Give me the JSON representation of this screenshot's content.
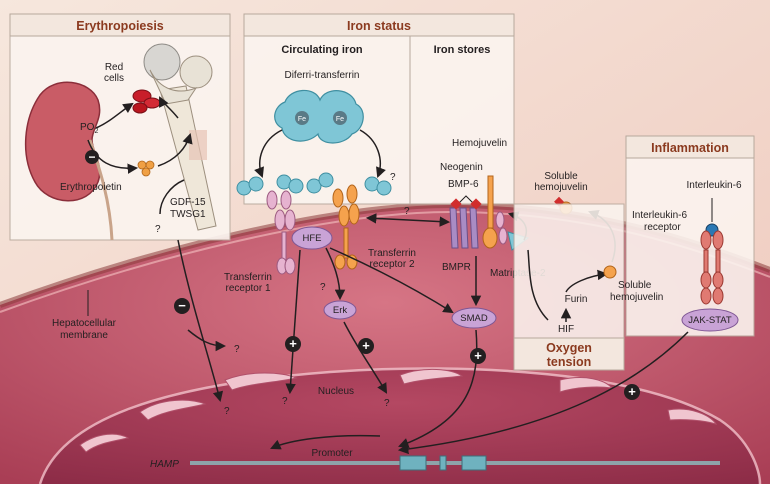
{
  "panels": {
    "erythropoiesis": {
      "title": "Erythropoiesis",
      "red_cells": [
        "Red",
        "cells"
      ],
      "po2": "PO",
      "po2_sub": "2",
      "erythropoietin": "Erythropoietin",
      "gdf15": "GDF-15",
      "twsg1": "TWSG1"
    },
    "iron_status": {
      "title": "Iron status",
      "circulating": "Circulating iron",
      "stores": "Iron stores",
      "diferri": "Diferri-transferrin",
      "fe": "Fe"
    },
    "inflammation": {
      "title": "Inflammation",
      "il6": "Interleukin-6",
      "il6r": [
        "Interleukin-6",
        "receptor"
      ],
      "jak": "JAK-STAT"
    },
    "oxygen": {
      "title": [
        "Oxygen",
        "tension"
      ],
      "hif": "HIF",
      "furin": "Furin"
    }
  },
  "labels": {
    "hemojuvelin": "Hemojuvelin",
    "neogenin": "Neogenin",
    "bmp6": "BMP-6",
    "soluble_hjv_top": [
      "Soluble",
      "hemojuvelin"
    ],
    "soluble_hjv_bottom": [
      "Soluble",
      "hemojuvelin"
    ],
    "tfr1": [
      "Transferrin",
      "receptor 1"
    ],
    "tfr2": [
      "Transferrin",
      "receptor 2"
    ],
    "bmpr": "BMPR",
    "matriptase": "Matriptase-2",
    "membrane": [
      "Hepatocellular",
      "membrane"
    ],
    "nucleus": "Nucleus",
    "promoter": "Promoter",
    "hamp": "HAMP"
  },
  "pills": {
    "hfe": "HFE",
    "erk": "Erk",
    "smad": "SMAD"
  },
  "signs": {
    "plus": "+",
    "minus": "−"
  },
  "question": "?",
  "colors": {
    "panel_title": "#8b3a1f",
    "pill_fill": "#c9a3d6",
    "transferrin": "#7fc6d6",
    "cytoplasm": "#c85a6a",
    "nucleus": "#a73b55"
  }
}
